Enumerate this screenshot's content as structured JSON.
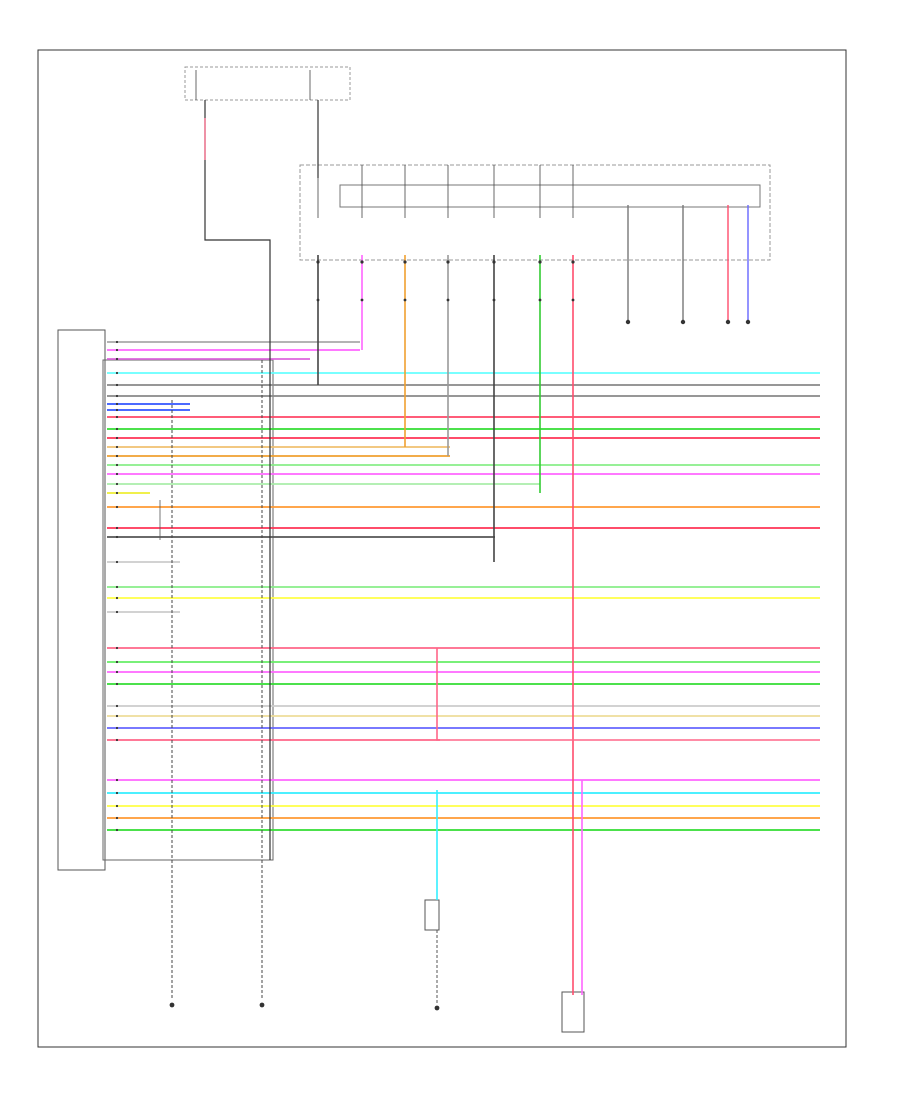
{
  "diagram": {
    "page_id": "",
    "top_fuses": [
      {
        "title": "",
        "fuse_label": "",
        "id": "fuse-left"
      },
      {
        "title": "",
        "fuse_label": "",
        "id": "fuse-right",
        "note": ""
      }
    ],
    "transmission_range_switch": {
      "label": ""
    },
    "control_unit": {
      "label": "",
      "sublabel": ""
    },
    "switch_columns": [
      {
        "label": "",
        "color": "#999999",
        "wire_color": "#444444"
      },
      {
        "label": "",
        "color": "#999999",
        "wire_color": "#ff66ff"
      },
      {
        "label": "",
        "color": "#999999",
        "wire_color": "#f0a030"
      },
      {
        "label": "",
        "color": "#999999",
        "wire_color": "#999999"
      },
      {
        "label": "",
        "color": "#999999",
        "wire_color": "#444444"
      },
      {
        "label": "",
        "color": "#999999",
        "wire_color": "#33cc33"
      },
      {
        "label": "",
        "color": "#999999",
        "wire_color": "#ff4d6d"
      }
    ],
    "grounds": [
      {
        "id": "gnd-1",
        "label": ""
      },
      {
        "id": "gnd-2",
        "label": ""
      },
      {
        "id": "gnd-3",
        "label": ""
      },
      {
        "id": "gnd-4",
        "label": ""
      },
      {
        "id": "gnd-5",
        "label": ""
      }
    ],
    "bottom_components": [
      {
        "id": "ground-left-a",
        "label": ""
      },
      {
        "id": "ground-left-b",
        "label": ""
      },
      {
        "id": "switch-bottom",
        "label": ""
      },
      {
        "id": "ground-bottom",
        "label": ""
      },
      {
        "id": "lamp-bottom-right",
        "label": ""
      }
    ],
    "main_module": {
      "label": ""
    },
    "wire_rows": [
      {
        "color": "#aaaaaa",
        "label": ""
      },
      {
        "color": "#ff66ff",
        "label": ""
      },
      {
        "color": "#dd66dd",
        "label": ""
      },
      {
        "color": "#66ffff",
        "label": ""
      },
      {
        "color": "#888888",
        "label": ""
      },
      {
        "color": "#888888",
        "label": ""
      },
      {
        "color": "#3355ff",
        "label": ""
      },
      {
        "color": "#3355ff",
        "label": ""
      },
      {
        "color": "#ff4466",
        "label": ""
      },
      {
        "color": "#33dd33",
        "label": ""
      },
      {
        "color": "#ff3355",
        "label": ""
      },
      {
        "color": "#f0c070",
        "label": ""
      },
      {
        "color": "#f0a030",
        "label": ""
      },
      {
        "color": "#88ee88",
        "label": ""
      },
      {
        "color": "#ff66ff",
        "label": ""
      },
      {
        "color": "#aaeeaa",
        "label": ""
      },
      {
        "color": "#eeee33",
        "label": ""
      },
      {
        "color": "#ff9933",
        "label": ""
      },
      {
        "color": "#ff3355",
        "label": ""
      },
      {
        "color": "#555555",
        "label": ""
      },
      {
        "color": "#cccccc",
        "label": ""
      },
      {
        "color": "#88ee88",
        "label": ""
      },
      {
        "color": "#ffff44",
        "label": ""
      },
      {
        "color": "#cccccc",
        "label": ""
      },
      {
        "color": "#ff6688",
        "label": ""
      },
      {
        "color": "#66ee66",
        "label": ""
      },
      {
        "color": "#ff66ff",
        "label": ""
      },
      {
        "color": "#33dd33",
        "label": ""
      },
      {
        "color": "#cccccc",
        "label": ""
      },
      {
        "color": "#eedd99",
        "label": ""
      },
      {
        "color": "#6666ff",
        "label": ""
      },
      {
        "color": "#ff6688",
        "label": ""
      },
      {
        "color": "#ff66ff",
        "label": ""
      },
      {
        "color": "#33eeff",
        "label": ""
      },
      {
        "color": "#ffff44",
        "label": ""
      },
      {
        "color": "#ff9933",
        "label": ""
      },
      {
        "color": "#33dd33",
        "label": ""
      }
    ]
  }
}
